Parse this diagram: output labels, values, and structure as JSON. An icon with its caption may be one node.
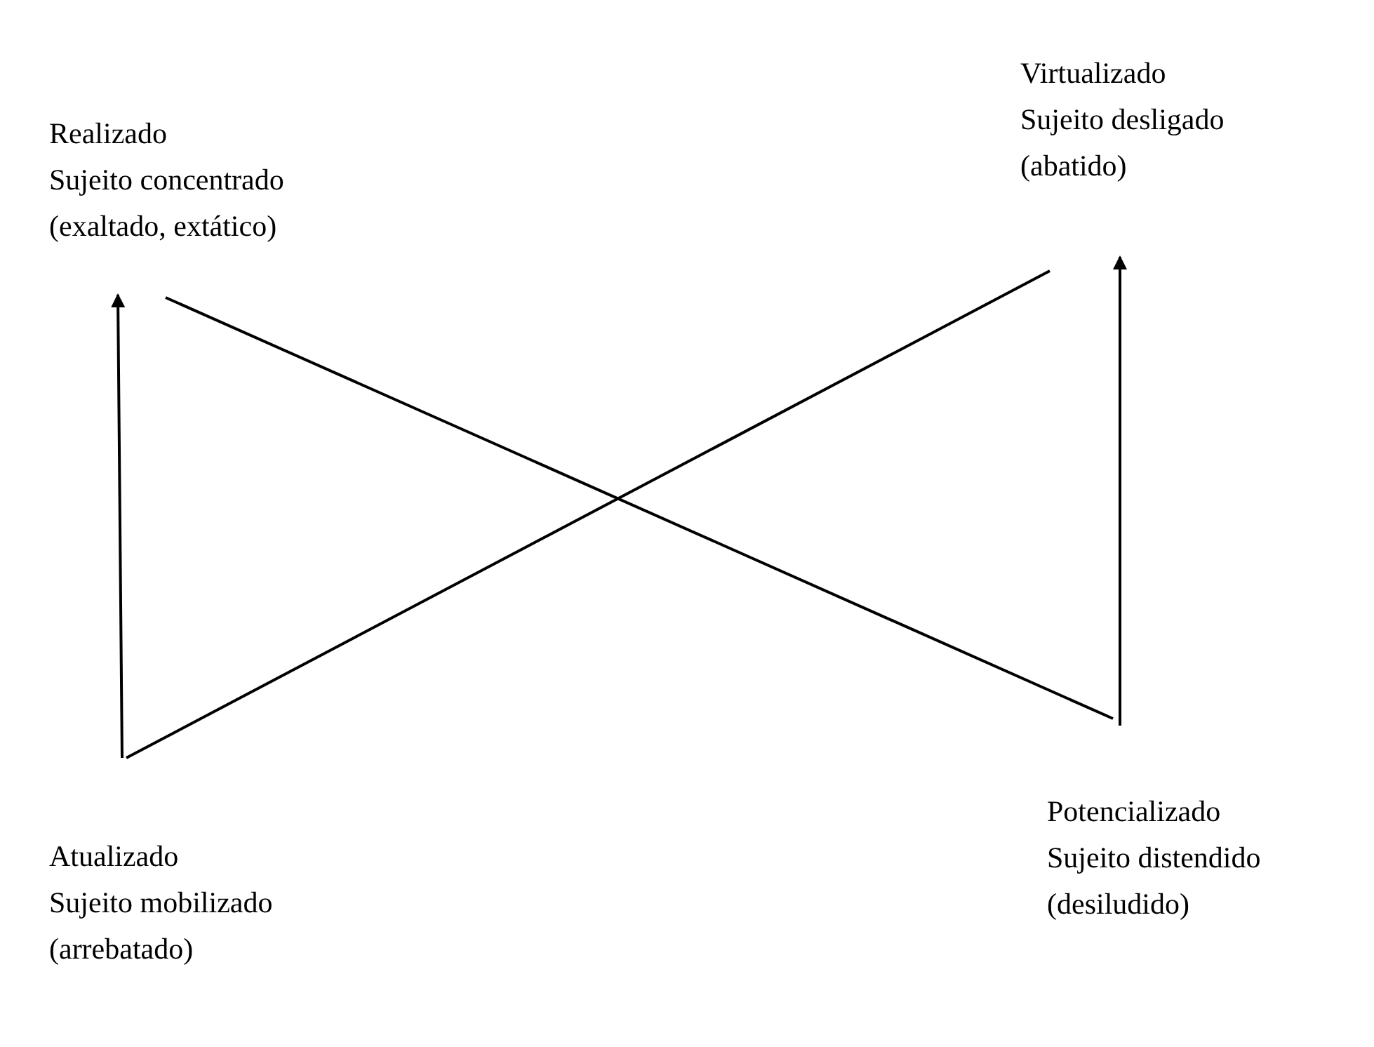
{
  "diagram": {
    "nodes": [
      {
        "text": [
          "Realizado",
          "Sujeito concentrado",
          "(exaltado, extático)"
        ]
      },
      {
        "text": [
          "Virtualizado",
          "Sujeito desligado",
          "(abatido)"
        ]
      },
      {
        "text": [
          "Atualizado",
          "Sujeito mobilizado",
          "(arrebatado)"
        ]
      },
      {
        "text": [
          "Potencializado",
          "Sujeito distendido",
          "(desiludido)"
        ]
      }
    ],
    "edges": [
      {
        "from": 2,
        "to": 0,
        "arrow": "to"
      },
      {
        "from": 3,
        "to": 1,
        "arrow": "to"
      },
      {
        "from": 0,
        "to": 3,
        "arrow": "none"
      },
      {
        "from": 2,
        "to": 1,
        "arrow": "none"
      }
    ]
  }
}
